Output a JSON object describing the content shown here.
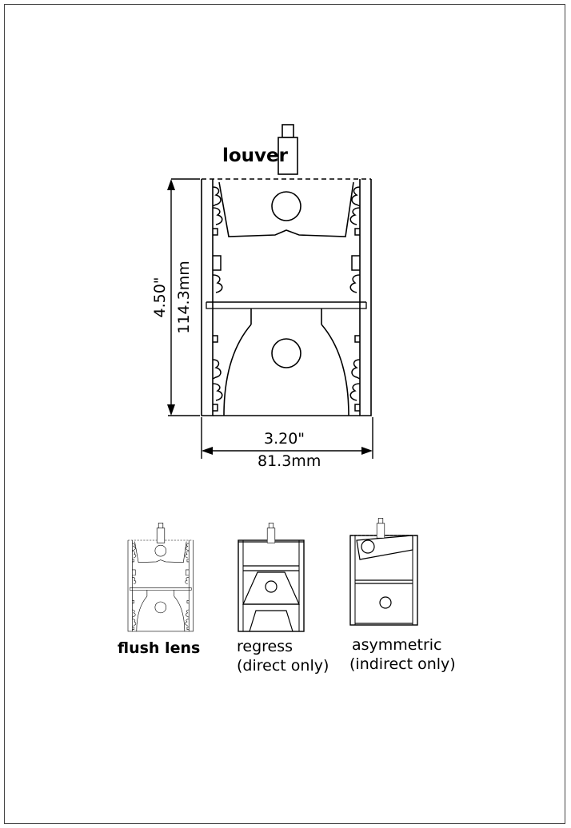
{
  "main_view": {
    "louver_label": "louver",
    "height_in": "4.50\"",
    "height_mm": "114.3mm",
    "width_in": "3.20\"",
    "width_mm": "81.3mm"
  },
  "variants": [
    {
      "line1": "flush lens",
      "line2": ""
    },
    {
      "line1": "regress",
      "line2": "(direct only)"
    },
    {
      "line1": "asymmetric",
      "line2": "(indirect only)"
    }
  ]
}
